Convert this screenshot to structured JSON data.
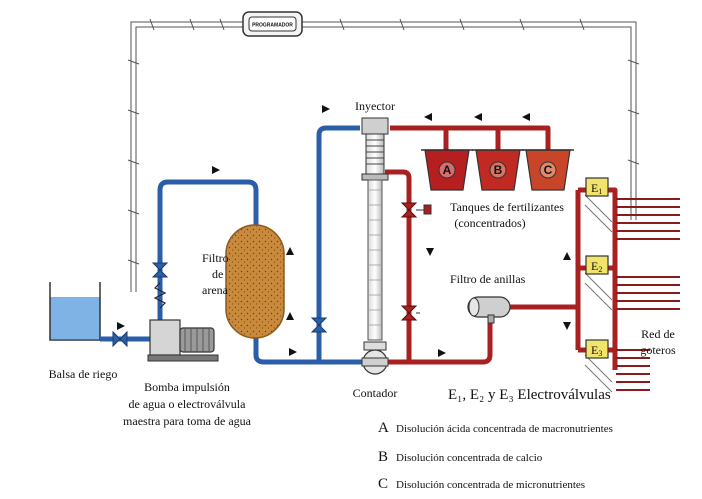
{
  "programmer": {
    "label": "PROGRAMADOR"
  },
  "labels": {
    "inyector": "Inyector",
    "filtro_arena_1": "Filtro",
    "filtro_arena_2": "de",
    "filtro_arena_3": "arena",
    "tanques_1": "Tanques de fertilizantes",
    "tanques_2": "(concentrados)",
    "filtro_anillas": "Filtro de anillas",
    "red_goteros_1": "Red de",
    "red_goteros_2": "goteros",
    "balsa": "Balsa de riego",
    "contador": "Contador",
    "bomba_1": "Bomba impulsión",
    "bomba_2": "de agua o electroválvula",
    "bomba_3": "maestra para toma de agua",
    "electrovalvulas": "E₁, E₂ y E₃ Electroválvulas"
  },
  "tanks": [
    {
      "letter": "A",
      "color": "#b51f1f"
    },
    {
      "letter": "B",
      "color": "#c02a22"
    },
    {
      "letter": "C",
      "color": "#c8452a"
    }
  ],
  "electrovalves": [
    {
      "label": "E",
      "sub": "1"
    },
    {
      "label": "E",
      "sub": "2"
    },
    {
      "label": "E",
      "sub": "3"
    }
  ],
  "legend": [
    {
      "key": "A",
      "text": "Disolución ácida concentrada de macronutrientes"
    },
    {
      "key": "B",
      "text": "Disolución concentrada de calcio"
    },
    {
      "key": "C",
      "text": "Disolución concentrada de micronutrientes"
    }
  ],
  "colors": {
    "water_pipe": "#2b5ea8",
    "fertilizer_pipe": "#a8201f",
    "sand_filter": "#c9893b",
    "pool_water": "#7fb3e6",
    "electrovalve": "#f2e46b"
  }
}
